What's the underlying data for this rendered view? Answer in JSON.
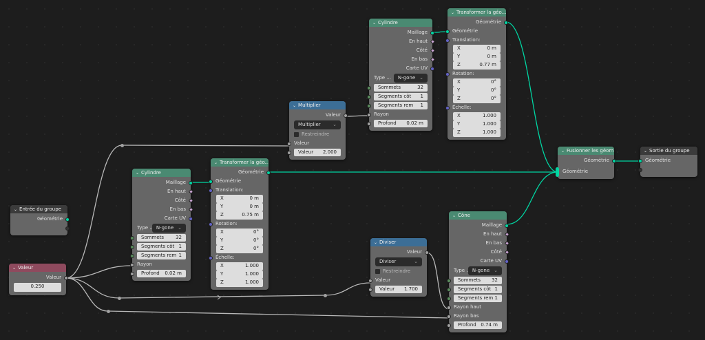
{
  "colors": {
    "geometry": "#00d6a3",
    "mesh_attr": "#cca6d6",
    "vector": "#6363c7",
    "float": "#a1a1a1",
    "int": "#598c5c",
    "geo_header": "#4a8a72",
    "math_header": "#3c6e96",
    "value_header": "#8f4a5e",
    "group_header": "#3b3b3b"
  },
  "nodes": {
    "cyl1": {
      "title": "Cylindre",
      "kind": "geo",
      "rows": [
        {
          "t": "out",
          "label": "Maillage",
          "sock": "geometry"
        },
        {
          "t": "out",
          "label": "En haut",
          "sock": "mesh_attr"
        },
        {
          "t": "out",
          "label": "Côté",
          "sock": "mesh_attr"
        },
        {
          "t": "out",
          "label": "En bas",
          "sock": "mesh_attr"
        },
        {
          "t": "out",
          "label": "Carte UV",
          "sock": "vector"
        },
        {
          "t": "sel",
          "label": "Type ...",
          "value": "N-gone"
        },
        {
          "t": "field",
          "label": "Sommets",
          "value": "32",
          "sock": "int"
        },
        {
          "t": "field",
          "label": "Segments côt",
          "value": "1",
          "sock": "int"
        },
        {
          "t": "field",
          "label": "Segments rem",
          "value": "1",
          "sock": "int"
        },
        {
          "t": "in",
          "label": "Rayon",
          "sock": "float"
        },
        {
          "t": "field",
          "label": "Profond",
          "value": "0.02 m",
          "sock": "float"
        }
      ]
    },
    "tr1": {
      "title": "Transformer la géo...",
      "kind": "geo",
      "rows": [
        {
          "t": "out",
          "label": "Géométrie",
          "sock": "geometry"
        },
        {
          "t": "in",
          "label": "Géométrie",
          "sock": "geometry"
        },
        {
          "t": "in",
          "label": "Translation:",
          "sock": "vector"
        },
        {
          "t": "v",
          "label": "X",
          "value": "0 m"
        },
        {
          "t": "v",
          "label": "Y",
          "value": "0 m"
        },
        {
          "t": "v",
          "label": "Z",
          "value": "0.77 m"
        },
        {
          "t": "in",
          "label": "Rotation:",
          "sock": "vector"
        },
        {
          "t": "v",
          "label": "X",
          "value": "0°"
        },
        {
          "t": "v",
          "label": "Y",
          "value": "0°"
        },
        {
          "t": "v",
          "label": "Z",
          "value": "0°"
        },
        {
          "t": "in",
          "label": "Échelle:",
          "sock": "vector"
        },
        {
          "t": "v",
          "label": "X",
          "value": "1.000"
        },
        {
          "t": "v",
          "label": "Y",
          "value": "1.000"
        },
        {
          "t": "v",
          "label": "Z",
          "value": "1.000"
        }
      ]
    },
    "mul": {
      "title": "Multiplier",
      "kind": "math",
      "rows": [
        {
          "t": "out",
          "label": "Valeur",
          "sock": "float"
        },
        {
          "t": "selfull",
          "value": "Multiplier"
        },
        {
          "t": "check",
          "label": "Restreindre"
        },
        {
          "t": "in",
          "label": "Valeur",
          "sock": "float"
        },
        {
          "t": "field",
          "label": "Valeur",
          "value": "2.000",
          "sock": "float"
        }
      ]
    },
    "cyl2": {
      "title": "Cylindre",
      "kind": "geo",
      "rows": [
        {
          "t": "out",
          "label": "Maillage",
          "sock": "geometry"
        },
        {
          "t": "out",
          "label": "En haut",
          "sock": "mesh_attr"
        },
        {
          "t": "out",
          "label": "Côté",
          "sock": "mesh_attr"
        },
        {
          "t": "out",
          "label": "En bas",
          "sock": "mesh_attr"
        },
        {
          "t": "out",
          "label": "Carte UV",
          "sock": "vector"
        },
        {
          "t": "sel",
          "label": "Type ...",
          "value": "N-gone"
        },
        {
          "t": "field",
          "label": "Sommets",
          "value": "32",
          "sock": "int"
        },
        {
          "t": "field",
          "label": "Segments côt",
          "value": "1",
          "sock": "int"
        },
        {
          "t": "field",
          "label": "Segments rem",
          "value": "1",
          "sock": "int"
        },
        {
          "t": "in",
          "label": "Rayon",
          "sock": "float"
        },
        {
          "t": "field",
          "label": "Profond",
          "value": "0.02 m",
          "sock": "float"
        }
      ]
    },
    "tr2": {
      "title": "Transformer la géo...",
      "kind": "geo",
      "rows": [
        {
          "t": "out",
          "label": "Géométrie",
          "sock": "geometry"
        },
        {
          "t": "in",
          "label": "Géométrie",
          "sock": "geometry"
        },
        {
          "t": "in",
          "label": "Translation:",
          "sock": "vector"
        },
        {
          "t": "v",
          "label": "X",
          "value": "0 m"
        },
        {
          "t": "v",
          "label": "Y",
          "value": "0 m"
        },
        {
          "t": "v",
          "label": "Z",
          "value": "0.75 m"
        },
        {
          "t": "in",
          "label": "Rotation:",
          "sock": "vector"
        },
        {
          "t": "v",
          "label": "X",
          "value": "0°"
        },
        {
          "t": "v",
          "label": "Y",
          "value": "0°"
        },
        {
          "t": "v",
          "label": "Z",
          "value": "0°"
        },
        {
          "t": "in",
          "label": "Échelle:",
          "sock": "vector"
        },
        {
          "t": "v",
          "label": "X",
          "value": "1.000"
        },
        {
          "t": "v",
          "label": "Y",
          "value": "1.000"
        },
        {
          "t": "v",
          "label": "Z",
          "value": "1.000"
        }
      ]
    },
    "gin": {
      "title": "Entrée du groupe",
      "kind": "group",
      "rows": [
        {
          "t": "out",
          "label": "Géométrie",
          "sock": "geometry"
        },
        {
          "t": "out",
          "label": "",
          "sock": "empty"
        }
      ]
    },
    "val": {
      "title": "Valeur",
      "kind": "value",
      "rows": [
        {
          "t": "out",
          "label": "Valeur",
          "sock": "float"
        },
        {
          "t": "valbox",
          "value": "0.250"
        }
      ]
    },
    "div": {
      "title": "Diviser",
      "kind": "math",
      "rows": [
        {
          "t": "out",
          "label": "Valeur",
          "sock": "float"
        },
        {
          "t": "selfull",
          "value": "Diviser"
        },
        {
          "t": "check",
          "label": "Restreindre"
        },
        {
          "t": "in",
          "label": "Valeur",
          "sock": "float"
        },
        {
          "t": "field",
          "label": "Valeur",
          "value": "1.700",
          "sock": "float"
        }
      ]
    },
    "cone": {
      "title": "Cône",
      "kind": "geo",
      "rows": [
        {
          "t": "out",
          "label": "Maillage",
          "sock": "geometry"
        },
        {
          "t": "out",
          "label": "En haut",
          "sock": "mesh_attr"
        },
        {
          "t": "out",
          "label": "En bas",
          "sock": "mesh_attr"
        },
        {
          "t": "out",
          "label": "Côté",
          "sock": "mesh_attr"
        },
        {
          "t": "out",
          "label": "Carte UV",
          "sock": "vector"
        },
        {
          "t": "sel",
          "label": "Type ...",
          "value": "N-gone"
        },
        {
          "t": "field",
          "label": "Sommets",
          "value": "32",
          "sock": "int"
        },
        {
          "t": "field",
          "label": "Segments côt",
          "value": "1",
          "sock": "int"
        },
        {
          "t": "field",
          "label": "Segments rem",
          "value": "1",
          "sock": "int"
        },
        {
          "t": "in",
          "label": "Rayon haut",
          "sock": "float"
        },
        {
          "t": "in",
          "label": "Rayon bas",
          "sock": "float"
        },
        {
          "t": "field",
          "label": "Profond",
          "value": "0.74 m",
          "sock": "float"
        }
      ]
    },
    "join": {
      "title": "Fusionner les géom...",
      "kind": "geo",
      "rows": [
        {
          "t": "out",
          "label": "Géométrie",
          "sock": "geometry"
        },
        {
          "t": "multi",
          "label": "Géométrie",
          "sock": "geometry"
        }
      ]
    },
    "gout": {
      "title": "Sortie du groupe",
      "kind": "group",
      "rows": [
        {
          "t": "in",
          "label": "Géométrie",
          "sock": "geometry"
        },
        {
          "t": "in",
          "label": "",
          "sock": "empty"
        }
      ]
    }
  }
}
